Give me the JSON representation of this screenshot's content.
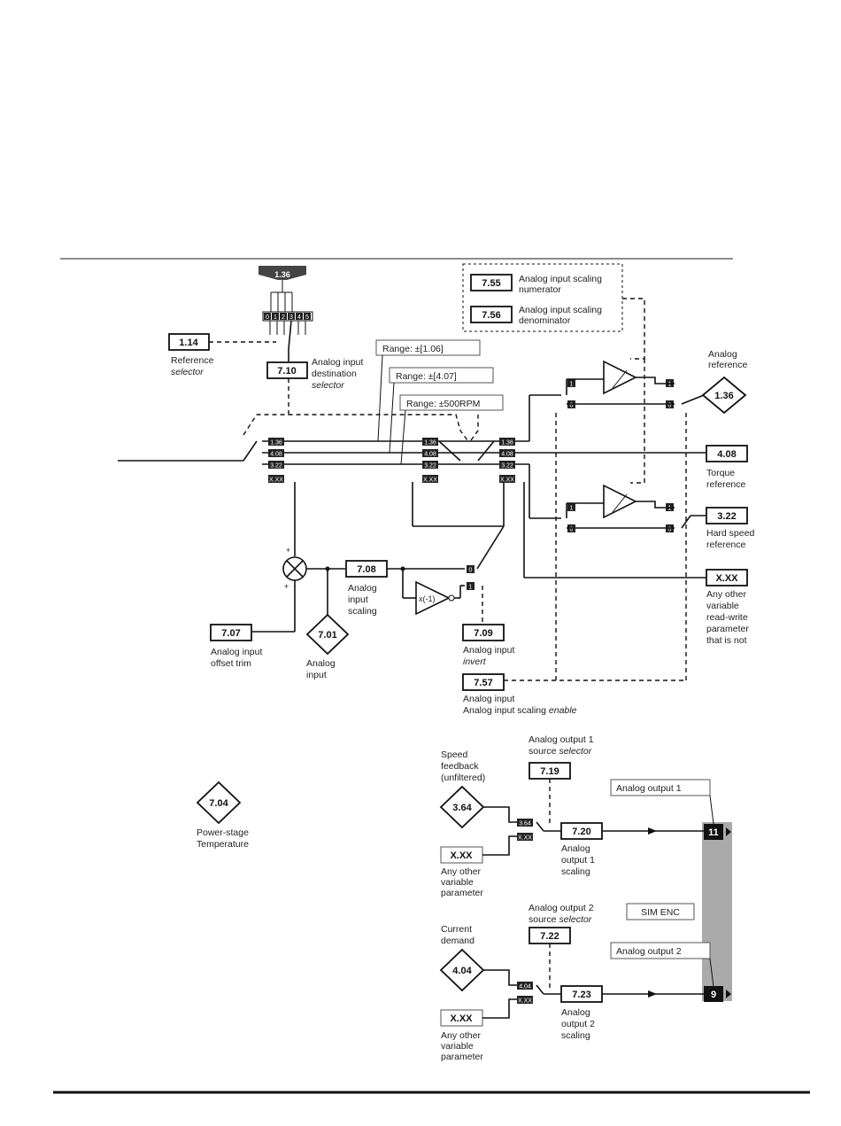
{
  "top_param": "1.36",
  "selector_positions": [
    "0",
    "1",
    "2",
    "3",
    "4",
    "5"
  ],
  "params": {
    "p114": "1.14",
    "p710": "7.10",
    "p708": "7.08",
    "p707": "7.07",
    "p701": "7.01",
    "p709": "7.09",
    "p757": "7.57",
    "p755": "7.55",
    "p756": "7.56",
    "p136": "1.36",
    "p408": "4.08",
    "p322": "3.22",
    "pxxx": "X.XX",
    "p704": "7.04",
    "p364": "3.64",
    "p719": "7.19",
    "p720": "7.20",
    "p722": "7.22",
    "p723": "7.23",
    "p404": "4.04",
    "pxxx2": "X.XX",
    "pxxx3": "X.XX"
  },
  "labels": {
    "ref_sel": [
      "Reference",
      "selector"
    ],
    "ain_dest": [
      "Analog input",
      "destination",
      "selector"
    ],
    "range1": "Range: ±[1.06]",
    "range2": "Range: ±[4.07]",
    "range3": "Range: ±500RPM",
    "scale_num": [
      "Analog input scaling",
      "numerator"
    ],
    "scale_den": [
      "Analog input scaling",
      "denominator"
    ],
    "analog_ref": [
      "Analog",
      "reference"
    ],
    "torque_ref": [
      "Torque",
      "reference"
    ],
    "hard_speed": [
      "Hard speed",
      "reference"
    ],
    "any_other_rw": [
      "Any other",
      "variable",
      "read-write",
      "parameter",
      "that is not"
    ],
    "ain_scaling": [
      "Analog",
      "input",
      "scaling"
    ],
    "offset_trim": [
      "Analog input",
      "offset trim"
    ],
    "analog_input": [
      "Analog",
      "input"
    ],
    "ain_invert": [
      "Analog input",
      "invert"
    ],
    "scaling_enable": [
      "Analog input",
      "scaling enable"
    ],
    "invert_block": "x(-1)",
    "power_stage": [
      "Power-stage",
      "Temperature"
    ],
    "speed_fb": [
      "Speed",
      "feedback",
      "(unfiltered)"
    ],
    "aout1_src": [
      "Analog output 1",
      "source selector"
    ],
    "aout1_scaling": [
      "Analog",
      "output 1",
      "scaling"
    ],
    "any_other1": [
      "Any other",
      "variable",
      "parameter"
    ],
    "aout1_title": "Analog output 1",
    "current_demand": [
      "Current",
      "demand"
    ],
    "aout2_src": [
      "Analog output 2",
      "source selector"
    ],
    "aout2_scaling": [
      "Analog",
      "output 2",
      "scaling"
    ],
    "any_other2": [
      "Any other",
      "variable",
      "parameter"
    ],
    "aout2_title": "Analog output 2",
    "sim_enc": "SIM ENC",
    "term11": "11",
    "term9": "9"
  },
  "tags": {
    "t136": "1.36",
    "t408": "4.08",
    "t322": "3.22",
    "txxx": "X.XX",
    "t364": "3.64",
    "t404": "4.04",
    "t0": "0",
    "t1": "1"
  }
}
